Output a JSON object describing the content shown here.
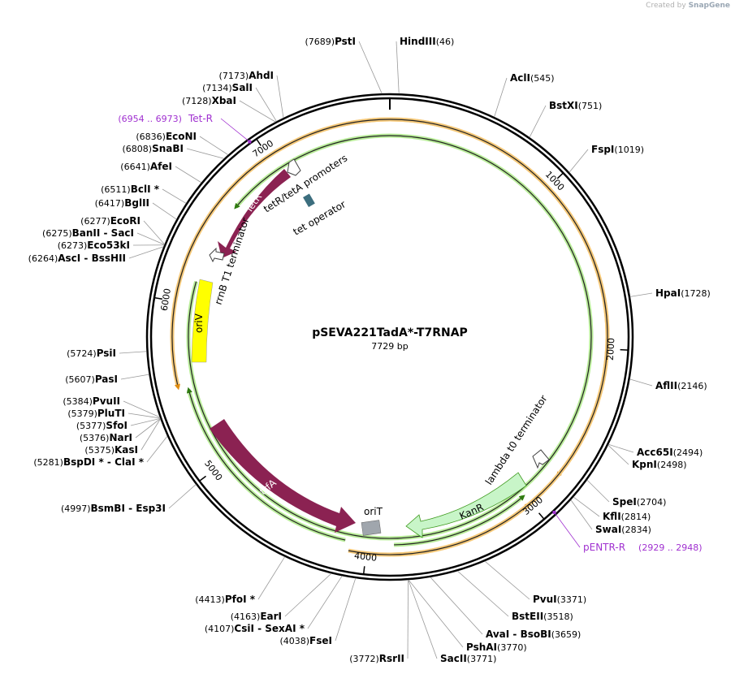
{
  "watermark": {
    "prefix": "Created by",
    "brand": "SnapGene"
  },
  "plasmid": {
    "name": "pSEVA221TadA*-T7RNAP",
    "length_label": "7729 bp",
    "length": 7729
  },
  "ticks": [
    {
      "label": "1000",
      "bp": 1000
    },
    {
      "label": "2000",
      "bp": 2000
    },
    {
      "label": "3000",
      "bp": 3000
    },
    {
      "label": "4000",
      "bp": 4000
    },
    {
      "label": "5000",
      "bp": 5000
    },
    {
      "label": "6000",
      "bp": 6000
    },
    {
      "label": "7000",
      "bp": 7000
    }
  ],
  "sites": [
    {
      "id": "psti",
      "label": "PstI",
      "pos": "(7689)",
      "bp": 7689
    },
    {
      "id": "hindiii",
      "label": "HindIII",
      "pos": "(46)",
      "bp": 46
    },
    {
      "id": "acli",
      "label": "AclI",
      "pos": "(545)",
      "bp": 545
    },
    {
      "id": "bstxi",
      "label": "BstXI",
      "pos": "(751)",
      "bp": 751
    },
    {
      "id": "fspi",
      "label": "FspI",
      "pos": "(1019)",
      "bp": 1019
    },
    {
      "id": "hpai",
      "label": "HpaI",
      "pos": "(1728)",
      "bp": 1728
    },
    {
      "id": "aflii",
      "label": "AflII",
      "pos": "(2146)",
      "bp": 2146
    },
    {
      "id": "acc65i",
      "label": "Acc65I",
      "pos": "(2494)",
      "bp": 2494
    },
    {
      "id": "kpni",
      "label": "KpnI",
      "pos": "(2498)",
      "bp": 2498
    },
    {
      "id": "spei",
      "label": "SpeI",
      "pos": "(2704)",
      "bp": 2704
    },
    {
      "id": "kfli",
      "label": "KflI",
      "pos": "(2814)",
      "bp": 2814
    },
    {
      "id": "swai",
      "label": "SwaI",
      "pos": "(2834)",
      "bp": 2834
    },
    {
      "id": "pvui",
      "label": "PvuI",
      "pos": "(3371)",
      "bp": 3371
    },
    {
      "id": "bsteii",
      "label": "BstEII",
      "pos": "(3518)",
      "bp": 3518
    },
    {
      "id": "avai",
      "label": "AvaI  - BsoBI",
      "pos": "(3659)",
      "bp": 3659
    },
    {
      "id": "pshai",
      "label": "PshAI",
      "pos": "(3770)",
      "bp": 3770
    },
    {
      "id": "sacii",
      "label": "SacII",
      "pos": "(3771)",
      "bp": 3771
    },
    {
      "id": "rsrii",
      "label": "RsrII",
      "pos": "(3772)",
      "bp": 3772
    },
    {
      "id": "fsei",
      "label": "FseI",
      "pos": "(4038)",
      "bp": 4038
    },
    {
      "id": "csii",
      "label": "CsiI  - SexAI *",
      "pos": "(4107)",
      "bp": 4107
    },
    {
      "id": "eari",
      "label": "EarI",
      "pos": "(4163)",
      "bp": 4163
    },
    {
      "id": "pfoi",
      "label": "PfoI *",
      "pos": "(4413)",
      "bp": 4413
    },
    {
      "id": "bsmbi",
      "label": "BsmBI  - Esp3I",
      "pos": "(4997)",
      "bp": 4997
    },
    {
      "id": "bspdi",
      "label": "BspDI *  - ClaI *",
      "pos": "(5281)",
      "bp": 5281
    },
    {
      "id": "kasi",
      "label": "KasI",
      "pos": "(5375)",
      "bp": 5375
    },
    {
      "id": "nari",
      "label": "NarI",
      "pos": "(5376)",
      "bp": 5376
    },
    {
      "id": "sfoi",
      "label": "SfoI",
      "pos": "(5377)",
      "bp": 5377
    },
    {
      "id": "pluti",
      "label": "PluTI",
      "pos": "(5379)",
      "bp": 5379
    },
    {
      "id": "pvuii",
      "label": "PvuII",
      "pos": "(5384)",
      "bp": 5384
    },
    {
      "id": "pasi",
      "label": "PasI",
      "pos": "(5607)",
      "bp": 5607
    },
    {
      "id": "psii",
      "label": "PsiI",
      "pos": "(5724)",
      "bp": 5724
    },
    {
      "id": "asci",
      "label": "AscI  - BssHII",
      "pos": "(6264)",
      "bp": 6264
    },
    {
      "id": "eco53ki",
      "label": "Eco53kI",
      "pos": "(6273)",
      "bp": 6273
    },
    {
      "id": "banii",
      "label": "BanII  - SacI",
      "pos": "(6275)",
      "bp": 6275
    },
    {
      "id": "ecori",
      "label": "EcoRI",
      "pos": "(6277)",
      "bp": 6277
    },
    {
      "id": "bglii",
      "label": "BglII",
      "pos": "(6417)",
      "bp": 6417
    },
    {
      "id": "bcli",
      "label": "BclI *",
      "pos": "(6511)",
      "bp": 6511
    },
    {
      "id": "afei",
      "label": "AfeI",
      "pos": "(6641)",
      "bp": 6641
    },
    {
      "id": "snabi",
      "label": "SnaBI",
      "pos": "(6808)",
      "bp": 6808
    },
    {
      "id": "econi",
      "label": "EcoNI",
      "pos": "(6836)",
      "bp": 6836
    },
    {
      "id": "xbai",
      "label": "XbaI",
      "pos": "(7128)",
      "bp": 7128
    },
    {
      "id": "sali",
      "label": "SalI",
      "pos": "(7134)",
      "bp": 7134
    },
    {
      "id": "ahdi",
      "label": "AhdI",
      "pos": "(7173)",
      "bp": 7173
    }
  ],
  "primers": [
    {
      "id": "tet-r",
      "label": "Tet-R",
      "pos": "(6954 .. 6973)",
      "bp": 6963
    },
    {
      "id": "pentr-r",
      "label": "pENTR-R",
      "pos": "(2929 .. 2948)",
      "bp": 2938
    }
  ],
  "features": {
    "tetr": "TetR",
    "promoters": "tetR/tetA promoters",
    "operator": "tet operator",
    "rrnb": "rrnB T1 terminator",
    "oriv": "oriV",
    "trfa": "trfA",
    "orit": "oriT",
    "kanr": "KanR",
    "lambda": "lambda t0 terminator"
  },
  "colors": {
    "backbone": "#000000",
    "orf_orange": "#f0a020",
    "orf_green": "#3f9a1f",
    "gene_magenta": "#8b2252",
    "kanr_fill": "#c8f5c8",
    "oriv_fill": "#ffff00",
    "orit_fill": "#a0a6ad",
    "operator_fill": "#3c6e7e",
    "primer": "#a030d0"
  }
}
